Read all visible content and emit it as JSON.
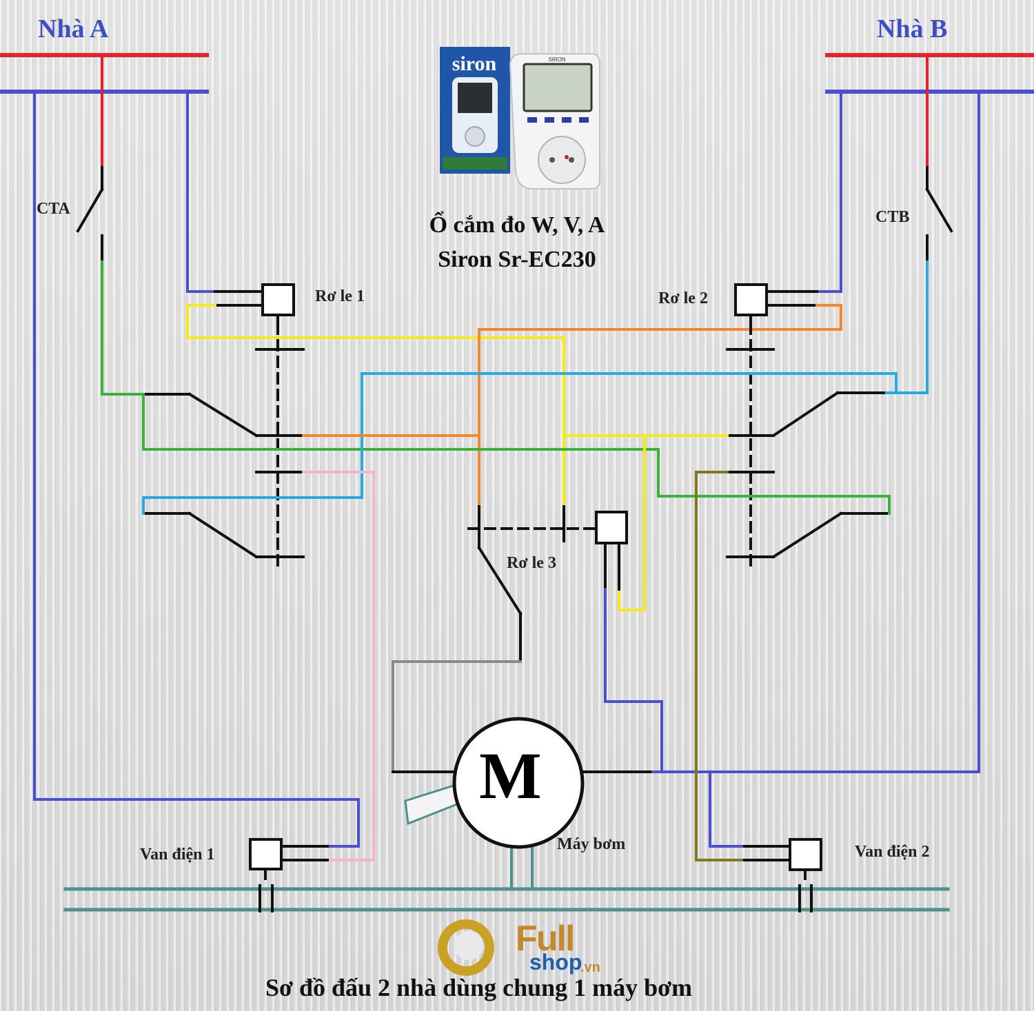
{
  "houses": {
    "a": "Nhà A",
    "b": "Nhà B"
  },
  "switches": {
    "a": "CTA",
    "b": "CTB"
  },
  "relays": {
    "r1": "Rơ le 1",
    "r2": "Rơ le 2",
    "r3": "Rơ le 3"
  },
  "valves": {
    "v1": "Van điện 1",
    "v2": "Van điện 2"
  },
  "motor": {
    "letter": "M",
    "label": "Máy bơm"
  },
  "product": {
    "line1": "Ổ cắm đo  W, V,  A",
    "line2": "Siron Sr-EC230",
    "box_brand": "siron",
    "device_brand": "SIRON"
  },
  "logo": {
    "word1": "Full",
    "word2": "shop",
    "suffix": ".vn"
  },
  "title": "Sơ đồ đấu 2 nhà dùng chung 1 máy bơm",
  "colors": {
    "phase": "#e8202a",
    "neutral": "#4a4fcf",
    "green": "#3bb23a",
    "yellow": "#f5ea1a",
    "orange": "#f5872a",
    "lightblue": "#27a9e1",
    "pink": "#f5b3cc",
    "olive": "#7d7a1e",
    "gray": "#8a8a8a",
    "teal": "#4f8f8c"
  }
}
